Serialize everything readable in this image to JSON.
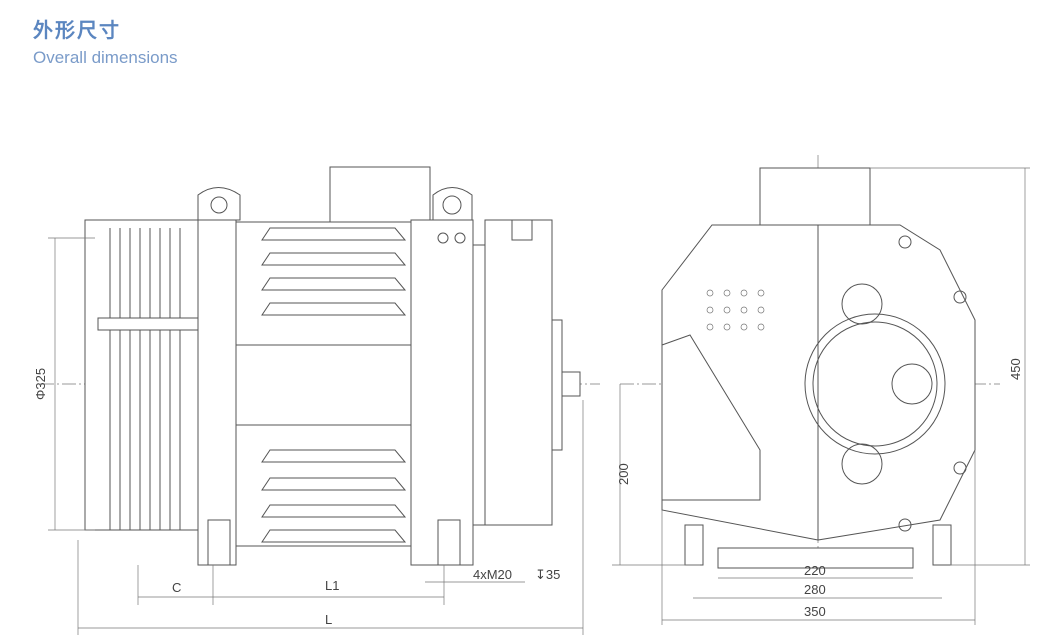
{
  "header": {
    "title_cn": "外形尺寸",
    "title_en": "Overall dimensions"
  },
  "front_view": {
    "diameter_label": "Φ325",
    "c_label": "C",
    "l1_label": "L1",
    "l_label": "L",
    "bolt_label": "4xM20",
    "depth_label": "↧35"
  },
  "side_view": {
    "height_label": "200",
    "total_height_label": "450",
    "width_220": "220",
    "width_280": "280",
    "width_350": "350"
  }
}
